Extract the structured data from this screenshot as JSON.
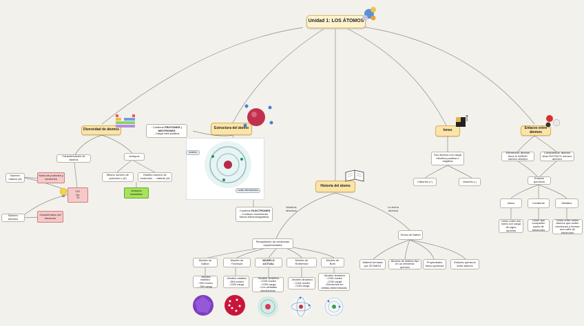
{
  "title": "Unidad 1: LOS ÁTOMOS",
  "branches": {
    "diversidad": {
      "title": "Diversidad de átomos",
      "caracterizacion": "Caracterización de átomos",
      "numero_masico": "Número másico (A)",
      "suma_protones": "Suma de protones y neutrones",
      "numero_atomico": "Número atómico",
      "caracteristico": "Característico del elemento",
      "gold_mass": "197",
      "gold_symbol": "Au",
      "gold_number": "79",
      "isotopos": "Isótopos",
      "mismo_numero": "Mismo número de protones o (Z)",
      "distinto_numero": "Distinto número de neutrones → distinto (A)",
      "isotopos_inestables": "Isótopos inestables"
    },
    "estructura": {
      "title": "Estructura del átomo",
      "nucleo_text_1": "- Contiene ",
      "nucleo_bold": "PROTONES",
      "nucleo_text_2": " y ",
      "nucleo_bold_2": "NEUTRONES",
      "nucleo_text_3": "- Carga neta positiva",
      "nucleo_label": "núcleo",
      "nube_label": "nube electrónica",
      "nube_text_1": "- Contiene ",
      "nube_bold": "ELECTRONES",
      "nube_text_2": "- Continuo movimiento",
      "nube_text_3": "fuerza electromagnética"
    },
    "historia": {
      "title": "Historia del átomo",
      "modelos_label": "Modelos atómicos",
      "teoria_label": "La teoría atómica",
      "recopilacion": "Recopilación de evidencias experimentales",
      "models": [
        {
          "name": "Modelo de Dalton",
          "desc_lines": [
            "- Modelo estático",
            "- SIN núcleo",
            "- SIN carga"
          ]
        },
        {
          "name": "Modelo de Thomson",
          "desc_lines": [
            "- Modelo estático",
            "- SIN núcleo",
            "- CON carga"
          ]
        },
        {
          "name": "MODELO ACTUAL",
          "desc_lines": [
            "- Modelo dinámico",
            "- CON núcleo",
            "- CON carga",
            "- Con orbitales electrónicos"
          ]
        },
        {
          "name": "Modelo de Rutherford",
          "desc_lines": [
            "- Modelo dinámico",
            "- CON núcleo",
            "- CON carga"
          ]
        },
        {
          "name": "Modelo de Bohr",
          "desc_lines": [
            "- Modelo dinámico",
            "- CON núcleo",
            "- CON carga",
            "- Electrones en órbitas determinadas"
          ]
        }
      ],
      "dalton_theory": "Teoría de Dalton",
      "dalton_points": [
        "Materia formada por ÁTOMOS",
        "Átomos de distinto tipo en un elemento químico",
        "Propiedades físico-químicas",
        "Enlaces químicos entre átomos"
      ]
    },
    "iones": {
      "title": "Iones",
      "desc": "Son átomos con carga eléctrica positiva o negativa",
      "cationes": "Cationes (+)",
      "aniones": "Aniones (-)"
    },
    "enlaces": {
      "title": "Enlaces entre átomos",
      "elementos": "Elementos: átomos tiene el MISMO número atómico",
      "compuestos": "Compuestos: átomos tiene DISTINTO número atómico",
      "enlaces_quimicos": "Enlaces químicos",
      "types": [
        "Iónico",
        "Covalente",
        "Metálico"
      ],
      "type_desc": [
        "Unión entre dos iones con carga de signo opuesto",
        "Unión que comparten pares de electrones",
        "Unión entre varios átomos que ceden electrones y forman una nube de electrones"
      ]
    }
  },
  "colors": {
    "background": "#f3f1ec",
    "main_node": "#fbe4a8",
    "central_node": "#fff3cf",
    "pink_node": "#f7c8c8",
    "green_node": "#a6e25a",
    "connector": "#8a8a8a"
  },
  "icons": [
    "atom-icon",
    "periodic-table-icon",
    "book-icon",
    "ion-icon",
    "molecule-icon",
    "lightbulb-icon"
  ]
}
